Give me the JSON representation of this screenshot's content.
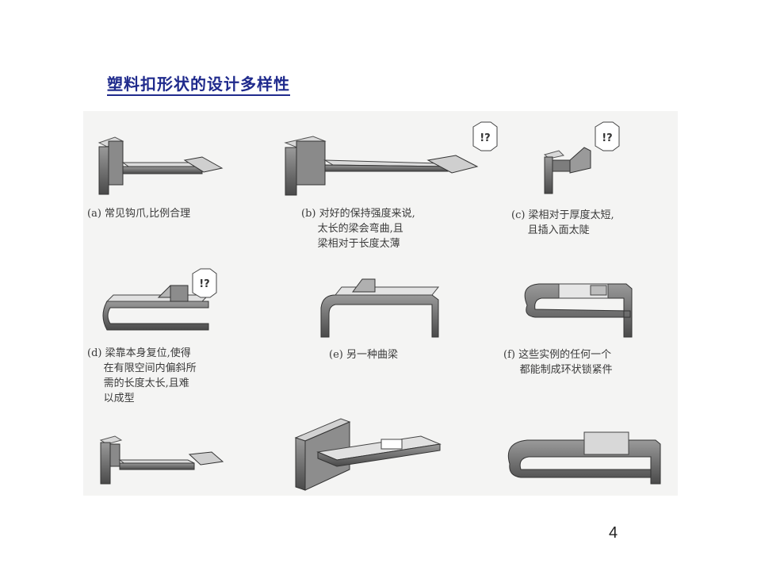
{
  "slide": {
    "title": "塑料扣形状的设计多样性",
    "page_number": "4"
  },
  "figure": {
    "captions": {
      "a": "(a) 常见钩爪,比例合理",
      "b": "(b) 对好的保持强度来说,\n     太长的梁会弯曲,且\n     梁相对于长度太薄",
      "c": "(c) 梁相对于厚度太短,\n     且插入面太陡",
      "d": "(d) 梁靠本身复位,使得\n     在有限空间内偏斜所\n     需的长度太长,且难\n     以成型",
      "e": "(e) 另一种曲梁",
      "f": "(f) 这些实例的任何一个\n     都能制成环状锁紧件"
    },
    "warning_badges": [
      "!?",
      "!?",
      "!?"
    ]
  }
}
